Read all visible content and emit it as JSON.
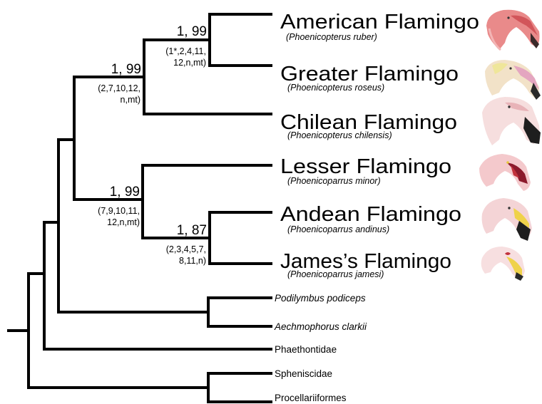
{
  "flamingos": [
    {
      "common": "American Flamingo",
      "scientific": "(Phoenicopterus ruber)",
      "head_icon": "american-flamingo-head"
    },
    {
      "common": "Greater Flamingo",
      "scientific": "(Phoenicopterus roseus)",
      "head_icon": "greater-flamingo-head"
    },
    {
      "common": "Chilean Flamingo",
      "scientific": "(Phoenicopterus chilensis)",
      "head_icon": "chilean-flamingo-head"
    },
    {
      "common": "Lesser Flamingo",
      "scientific": "(Phoenicoparrus minor)",
      "head_icon": "lesser-flamingo-head"
    },
    {
      "common": "Andean Flamingo",
      "scientific": "(Phoenicoparrus andinus)",
      "head_icon": "andean-flamingo-head"
    },
    {
      "common": "James’s Flamingo",
      "scientific": "(Phoenicoparrus jamesi)",
      "head_icon": "james-flamingo-head"
    }
  ],
  "outgroups": [
    {
      "name": "Podilymbus podiceps",
      "italic": true
    },
    {
      "name": "Aechmophorus clarkii",
      "italic": true
    },
    {
      "name": "Phaethontidae",
      "italic": false
    },
    {
      "name": "Spheniscidae",
      "italic": false
    },
    {
      "name": "Procellariiformes",
      "italic": false
    }
  ],
  "nodes": {
    "american_greater": {
      "support": "1, 99",
      "characters": [
        "(1*,2,4,11,",
        "12,n,mt)"
      ]
    },
    "phoenicopterus": {
      "support": "1, 99",
      "characters": [
        "(2,7,10,12,",
        "n,mt)"
      ]
    },
    "phoenicoparrus": {
      "support": "1, 99",
      "characters": [
        "(7,9,10,11,",
        "12,n,mt)"
      ]
    },
    "andean_james": {
      "support": "1, 87",
      "characters": [
        "(2,3,4,5,7,",
        "8,11,n)"
      ]
    }
  },
  "colors": {
    "pink_light": "#f4c7cc",
    "pink_mid": "#e88a95",
    "flamingo_red": "#d9434f",
    "beak_black": "#1a1a1a",
    "beak_yellow": "#efd24a",
    "maroon": "#7a1a2a"
  }
}
